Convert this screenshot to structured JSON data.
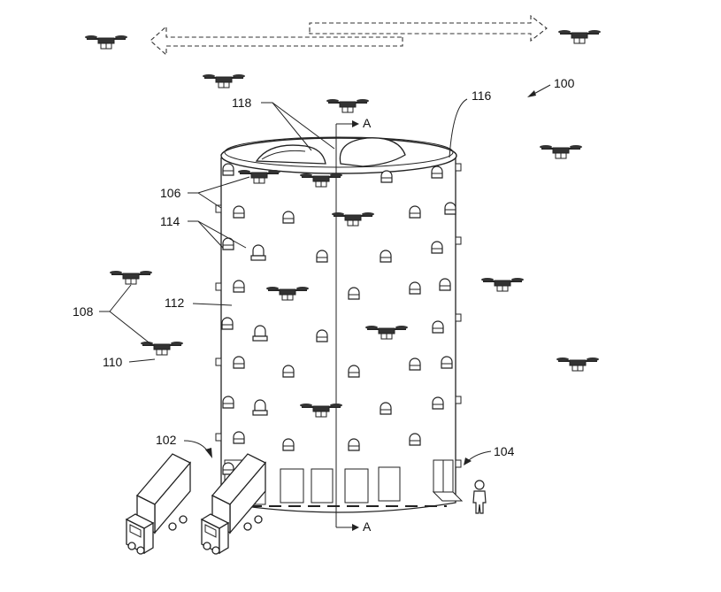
{
  "labels": {
    "l100": "100",
    "l102": "102",
    "l104": "104",
    "l106": "106",
    "l108": "108",
    "l110": "110",
    "l112": "112",
    "l114": "114",
    "l116": "116",
    "l118": "118",
    "section_top": "A",
    "section_bottom": "A"
  },
  "icons": {
    "drone": "drone-icon",
    "truck": "delivery-truck-icon",
    "person": "person-icon",
    "door": "door-icon",
    "window": "window-bay-icon",
    "arrow": "dashed-flight-arrow-icon"
  }
}
